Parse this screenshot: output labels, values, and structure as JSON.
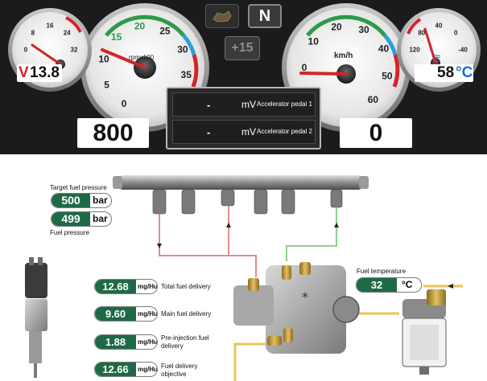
{
  "dashboard": {
    "voltmeter": {
      "symbol": "V",
      "value": "13.8",
      "ticks": [
        "0",
        "8",
        "16",
        "24",
        "32"
      ]
    },
    "tachometer": {
      "unit_label": "rpmx100",
      "value": "800",
      "ticks": [
        "0",
        "5",
        "10",
        "15",
        "20",
        "25",
        "30",
        "35"
      ]
    },
    "speedometer": {
      "unit_label": "km/h",
      "value": "0",
      "ticks": [
        "0",
        "10",
        "20",
        "30",
        "40",
        "50",
        "60"
      ]
    },
    "coolant_gauge": {
      "value": "58",
      "unit": "°C",
      "ticks": [
        "120",
        "80",
        "40",
        "0",
        "-40"
      ]
    },
    "gear_indicator": "N",
    "glow_indicator": "+15",
    "accelerator_pedal_1": {
      "value": "-",
      "unit": "mV",
      "label": "Accelerator pedal 1"
    },
    "accelerator_pedal_2": {
      "value": "-",
      "unit": "mV",
      "label": "Accelerator pedal 2"
    }
  },
  "fuel_system": {
    "target_pressure": {
      "label": "Target fuel pressure",
      "value": "500",
      "unit": "bar"
    },
    "fuel_pressure": {
      "label": "Fuel pressure",
      "value": "499",
      "unit": "bar"
    },
    "total_delivery": {
      "label": "Total fuel delivery",
      "value": "12.68",
      "unit": "mg/Hub"
    },
    "main_delivery": {
      "label": "Main fuel delivery",
      "value": "9.60",
      "unit": "mg/Hub"
    },
    "pre_injection": {
      "label1": "Pre-injection fuel",
      "label2": "delivery",
      "value": "1.88",
      "unit": "mg/Hub"
    },
    "delivery_objective": {
      "label1": "Fuel delivery",
      "label2": "objective",
      "value": "12.66",
      "unit": "mg/Hub"
    },
    "fuel_temperature": {
      "label": "Fuel temperature",
      "value": "32",
      "unit": "°C"
    }
  },
  "colors": {
    "dash_bg": "#1b1b1d",
    "value_green": "#1e6a47",
    "needle_red": "#d4232a",
    "celsius_blue": "#1a6fd0",
    "pressure_line": "#e58a8a",
    "return_line": "#8fd08f",
    "supply_line": "#e7c65a"
  }
}
